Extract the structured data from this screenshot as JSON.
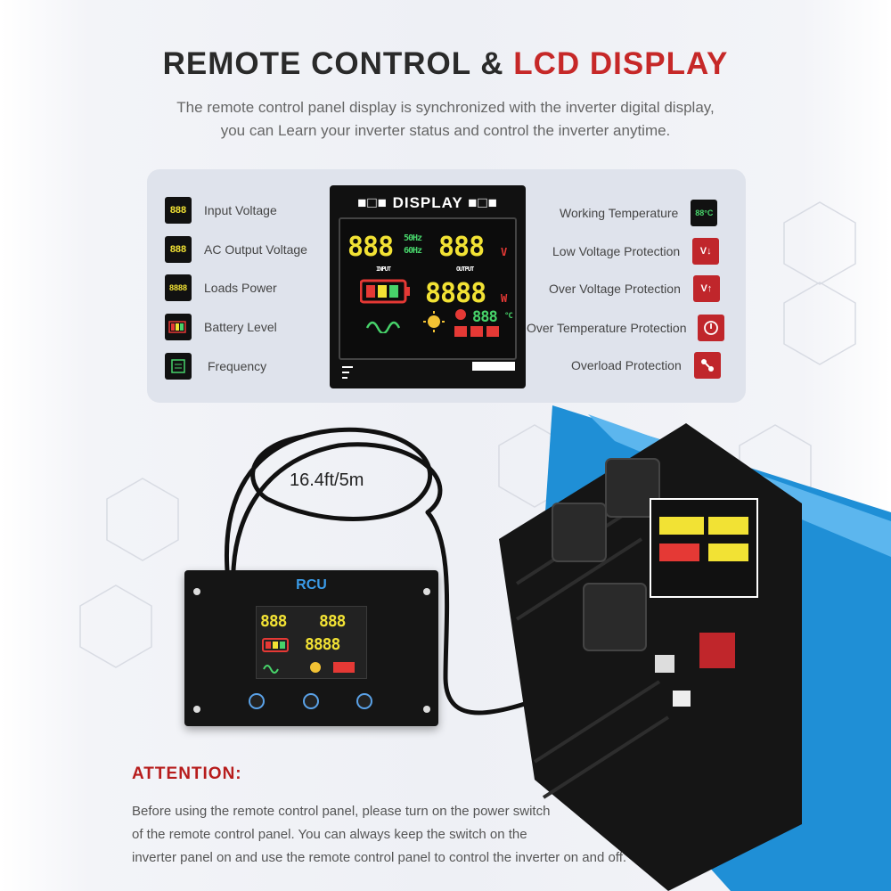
{
  "header": {
    "title_part1": "REMOTE CONTROL &",
    "title_part2": "LCD DISPLAY",
    "subtitle_line1": "The remote control panel display is synchronized with the inverter digital display,",
    "subtitle_line2": "you can Learn your inverter status and control the inverter anytime."
  },
  "legend_left": [
    {
      "label": "Input Voltage",
      "icon": "input-voltage-icon"
    },
    {
      "label": "AC Output Voltage",
      "icon": "output-voltage-icon"
    },
    {
      "label": "Loads Power",
      "icon": "loads-power-icon"
    },
    {
      "label": "Battery Level",
      "icon": "battery-level-icon"
    },
    {
      "label": "Frequency",
      "icon": "frequency-icon"
    }
  ],
  "legend_right": [
    {
      "label": "Working Temperature",
      "icon": "temperature-icon"
    },
    {
      "label": "Low Voltage Protection",
      "icon": "low-voltage-protection-icon"
    },
    {
      "label": "Over Voltage Protection",
      "icon": "over-voltage-protection-icon"
    },
    {
      "label": "Over Temperature Protection",
      "icon": "over-temperature-protection-icon"
    },
    {
      "label": "Overload Protection",
      "icon": "overload-protection-icon"
    }
  ],
  "display": {
    "header": "DISPLAY",
    "input_digits": "888",
    "output_digits": "888",
    "power_digits": "8888",
    "temp_digits": "888",
    "freq_top": "50Hz",
    "freq_bottom": "60Hz",
    "input_label": "INPUT",
    "output_label": "OUTPUT",
    "unit_v": "V",
    "unit_w": "W",
    "unit_c": "°C"
  },
  "cable": {
    "length_label": "16.4ft/5m"
  },
  "rcu": {
    "title": "RCU"
  },
  "attention": {
    "heading": "ATTENTION:",
    "line1": "Before using the remote control panel, please turn on the power switch",
    "line2": "of the remote control panel. You can always keep the switch on the",
    "line3": "inverter panel on and use the remote control panel to control the inverter on and off."
  },
  "colors": {
    "accent_red": "#c62828",
    "lcd_yellow": "#f2e234",
    "lcd_green": "#47d36a",
    "lcd_red": "#e53935",
    "inverter_blue": "#1f8fd6"
  }
}
